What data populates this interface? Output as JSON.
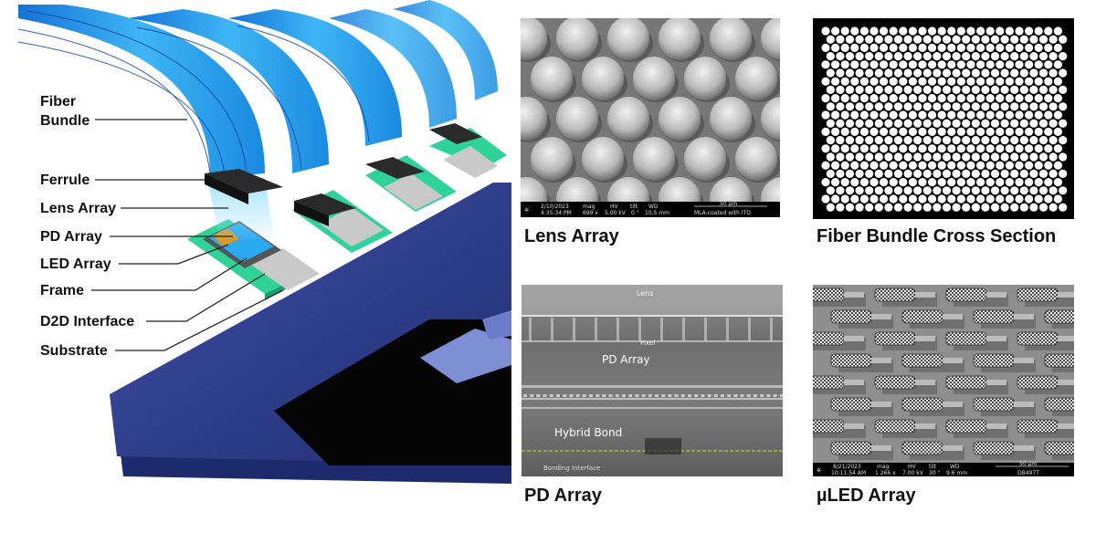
{
  "diagram": {
    "labels": {
      "fiber_bundle_line1": "Fiber",
      "fiber_bundle_line2": "Bundle",
      "ferrule": "Ferrule",
      "lens_array": "Lens Array",
      "pd_array": "PD Array",
      "led_array": "LED Array",
      "frame": "Frame",
      "d2d_interface": "D2D Interface",
      "substrate": "Substrate"
    },
    "colors": {
      "fiber": "#1e9be8",
      "substrate": "#2e3f8f",
      "frame": "#2fd39a",
      "chip": "#c9c9c9"
    }
  },
  "images": {
    "lens_array": {
      "caption": "Lens Array",
      "databar": {
        "date": "2/10/2023",
        "time": "4:35:34 PM",
        "mag_label": "mag",
        "mag": "699 x",
        "hv_label": "HV",
        "hv": "5.00 kV",
        "tilt_label": "tilt",
        "tilt": "0 °",
        "wd_label": "WD",
        "wd": "10.5 mm",
        "scale": "50 µm",
        "note": "MLA-coated with ITO"
      }
    },
    "fiber_cross_section": {
      "caption": "Fiber Bundle Cross Section"
    },
    "pd_array": {
      "caption": "PD Array",
      "overlay_title": "PD Array",
      "overlay_bond": "Hybrid Bond",
      "layer_lens": "Lens",
      "layer_pixel": "Pixel",
      "layer_bonding": "Bonding Interface"
    },
    "uled_array": {
      "caption": "µLED Array",
      "databar": {
        "date": "8/21/2023",
        "time": "10:11:54 AM",
        "mag_label": "mag",
        "mag": "1 266 x",
        "hv_label": "HV",
        "hv": "7.00 kV",
        "tilt_label": "tilt",
        "tilt": "30 °",
        "wd_label": "WD",
        "wd": "9.6 mm",
        "scale": "50 µm",
        "note": "DB497T"
      }
    }
  }
}
